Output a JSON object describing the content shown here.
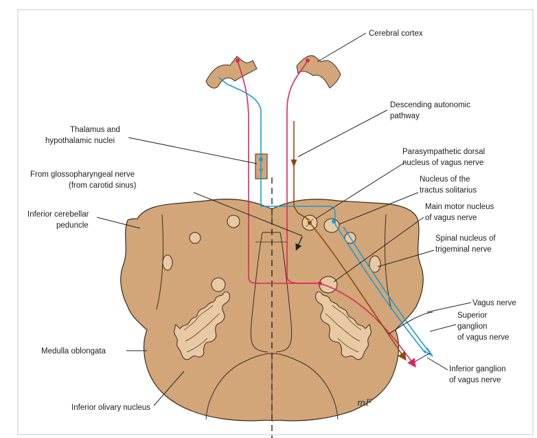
{
  "labels": {
    "cerebral_cortex": "Cerebral cortex",
    "descending_autonomic": [
      "Descending autonomic",
      "pathway"
    ],
    "thalamus": [
      "Thalamus and",
      "hypothalamic nuclei"
    ],
    "glossopharyngeal": [
      "From glossopharyngeal nerve",
      "(from carotid sinus)"
    ],
    "parasympathetic": [
      "Parasympathetic dorsal",
      "nucleus of vagus nerve"
    ],
    "inferior_cerebellar": [
      "Inferior cerebellar",
      "peduncle"
    ],
    "tractus_solitarius": [
      "Nucleus of the",
      "tractus solitarius"
    ],
    "main_motor": [
      "Main motor nucleus",
      "of vagus nerve"
    ],
    "spinal_trigeminal": [
      "Spinal nucleus of",
      "trigeminal nerve"
    ],
    "vagus_nerve": "Vagus nerve",
    "superior_ganglion": [
      "Superior",
      "ganglion",
      "of vagus nerve"
    ],
    "medulla": "Medulla oblongata",
    "inferior_ganglion": [
      "Inferior ganglion",
      "of vagus nerve"
    ],
    "inferior_olivary": "Inferior olivary nucleus",
    "signature": "mF"
  },
  "colors": {
    "tissue": "#d2a679",
    "tissue_outline": "#3a2a1a",
    "nucleus": "#e9c9a3",
    "motor_pathway": "#e0245e",
    "sensory_pathway": "#1a9ad6",
    "autonomic_pathway": "#8b4a12",
    "frame": "#c8c8c8"
  }
}
